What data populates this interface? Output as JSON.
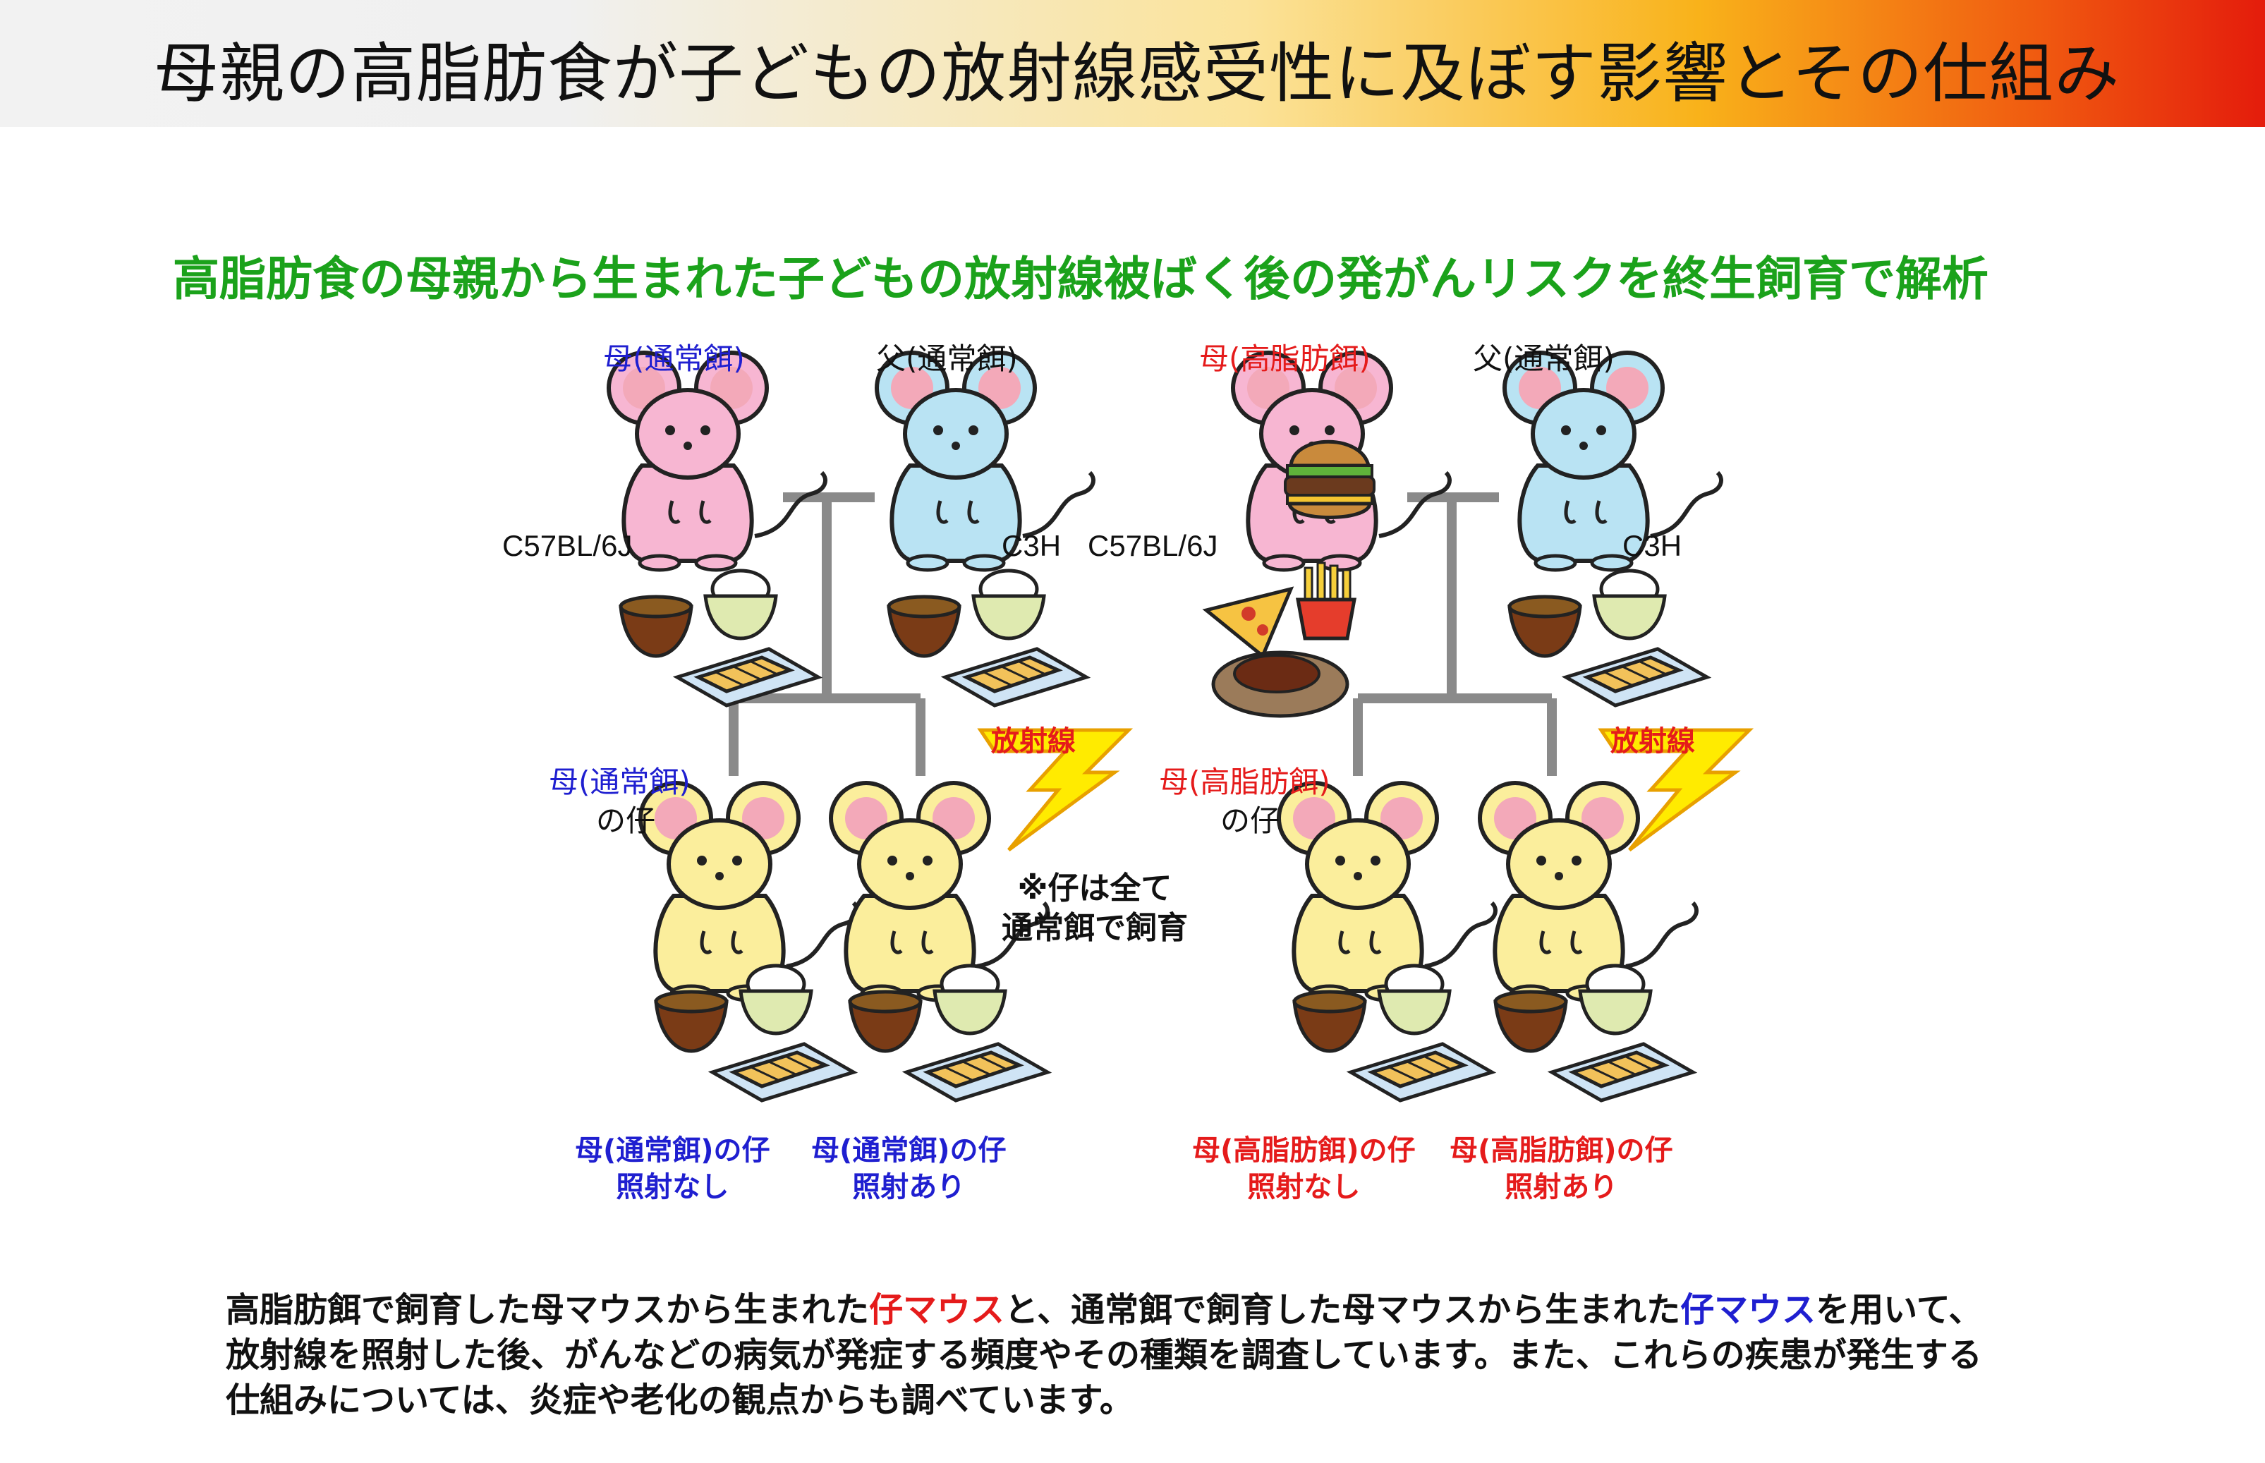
{
  "title": "母親の高脂肪食が子どもの放射線感受性に及ぼす影響とその仕組み",
  "subtitle": "高脂肪食の母親から生まれた子どもの放射線被ばく後の発がんリスクを終生飼育で解析",
  "parents": {
    "mother_normal": "母(通常餌)",
    "father_normal_1": "父(通常餌)",
    "mother_highfat": "母(高脂肪餌)",
    "father_normal_2": "父(通常餌)"
  },
  "strains": {
    "c57_1": "C57BL/6J",
    "c3h_1": "C3H",
    "c57_2": "C57BL/6J",
    "c3h_2": "C3H"
  },
  "offspring_labels": {
    "normal_line1": "母(通常餌)",
    "normal_line2": "の仔",
    "highfat_line1": "母(高脂肪餌)",
    "highfat_line2": "の仔"
  },
  "radiation": {
    "label_1": "放射線",
    "label_2": "放射線"
  },
  "note": {
    "line1": "※仔は全て",
    "line2": "通常餌で飼育"
  },
  "groups": [
    {
      "line1": "母(通常餌)の仔",
      "line2": "照射なし"
    },
    {
      "line1": "母(通常餌)の仔",
      "line2": "照射あり"
    },
    {
      "line1": "母(高脂肪餌)の仔",
      "line2": "照射なし"
    },
    {
      "line1": "母(高脂肪餌)の仔",
      "line2": "照射あり"
    }
  ],
  "description": {
    "l1a": "高脂肪餌で飼育した母マウスから生まれた",
    "l1b": "仔マウス",
    "l1c": "と、通常餌で飼育した母マウスから生まれた",
    "l1d": "仔マウス",
    "l1e": "を用いて、",
    "l2": "放射線を照射した後、がんなどの病気が発症する頻度やその種類を調査しています。また、これらの疾患が発生する",
    "l3": "仕組みについては、炎症や老化の観点からも調べています。"
  },
  "colors": {
    "normal": "#1f1fd0",
    "highfat": "#e51b1b",
    "subtitle": "#1ba21b",
    "mother_mouse": "#f7b6d2",
    "father_mouse": "#b9e3f3",
    "pup_mouse": "#fbee9c",
    "line": "#8a8a8a",
    "bolt": "#ffeb00"
  },
  "icons": [
    "mouse-mother-icon",
    "mouse-father-icon",
    "mouse-pup-icon",
    "miso-soup-icon",
    "rice-bowl-icon",
    "tamagoyaki-plate-icon",
    "hamburger-icon",
    "pizza-icon",
    "fries-icon",
    "steak-icon",
    "lightning-bolt-icon"
  ]
}
